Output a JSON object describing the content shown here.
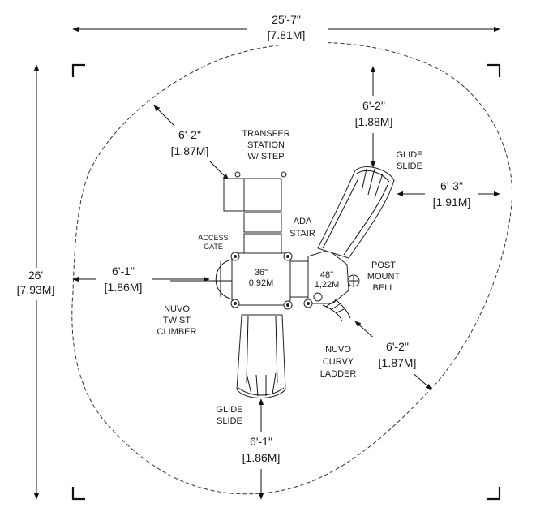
{
  "overall": {
    "width_imperial": "25'-7\"",
    "width_metric": "[7.81M]",
    "depth_imperial": "26'",
    "depth_metric": "[7.93M]"
  },
  "clearances": {
    "top_slide": {
      "imperial": "6'-2\"",
      "metric": "[1.88M]"
    },
    "transfer_station": {
      "imperial": "6'-2\"",
      "metric": "[1.87M]"
    },
    "right_slide": {
      "imperial": "6'-3\"",
      "metric": "[1.91M]"
    },
    "left_climber": {
      "imperial": "6'-1\"",
      "metric": "[1.86M]"
    },
    "ladder": {
      "imperial": "6'-2\"",
      "metric": "[1.87M]"
    },
    "bottom_slide": {
      "imperial": "6'-1\"",
      "metric": "[1.86M]"
    }
  },
  "components": {
    "transfer_station": [
      "TRANSFER",
      "STATION",
      "W/ STEP"
    ],
    "ada_stair": [
      "ADA",
      "STAIR"
    ],
    "access_gate": [
      "ACCESS",
      "GATE"
    ],
    "glide_slide_top": [
      "GLIDE",
      "SLIDE"
    ],
    "post_mount_bell": [
      "POST",
      "MOUNT",
      "BELL"
    ],
    "twist_climber": [
      "NUVO",
      "TWIST",
      "CLIMBER"
    ],
    "curvy_ladder": [
      "NUVO",
      "CURVY",
      "LADDER"
    ],
    "glide_slide_bottom": [
      "GLIDE",
      "SLIDE"
    ]
  },
  "decks": {
    "deck_36": {
      "imperial": "36\"",
      "metric": "0,92M"
    },
    "deck_48": {
      "imperial": "48\"",
      "metric": "1,22M"
    }
  }
}
